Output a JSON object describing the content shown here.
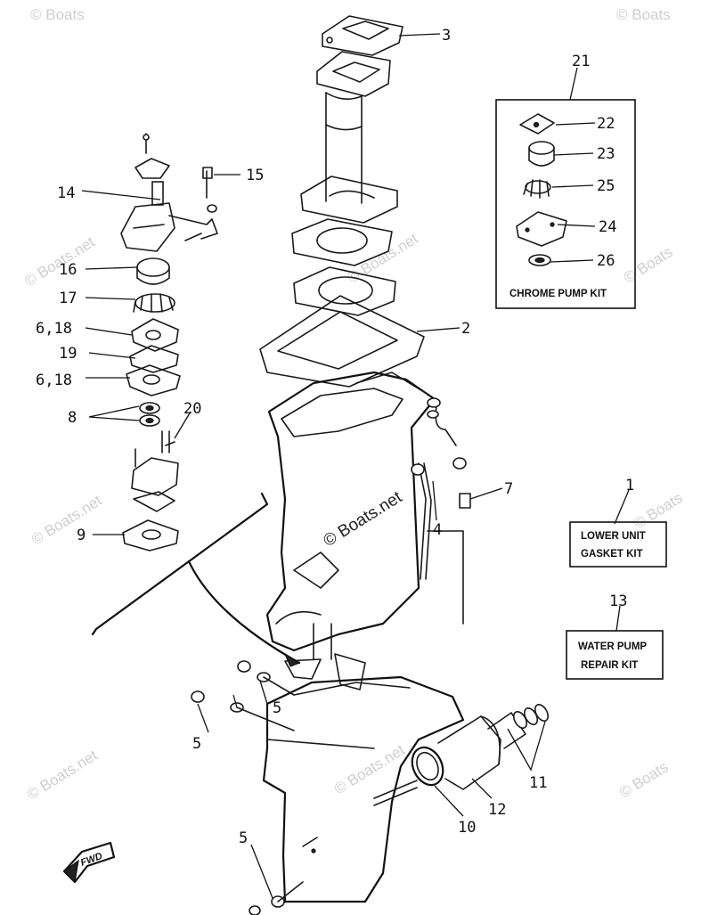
{
  "watermarks": {
    "corner": "© Boats",
    "side": "© Boats.net",
    "center": "© Boats.net",
    "mid": "© Boats.net"
  },
  "callouts": {
    "c1": "1",
    "c2": "2",
    "c3": "3",
    "c4": "4",
    "c5a": "5",
    "c5b": "5",
    "c5c": "5",
    "c7": "7",
    "c8": "8",
    "c9": "9",
    "c10": "10",
    "c11": "11",
    "c12": "12",
    "c13": "13",
    "c14": "14",
    "c15": "15",
    "c16": "16",
    "c17": "17",
    "c6_18a": "6,18",
    "c19": "19",
    "c6_18b": "6,18",
    "c20": "20",
    "c21": "21",
    "c22": "22",
    "c23": "23",
    "c24": "24",
    "c25": "25",
    "c26": "26"
  },
  "kits": {
    "chrome_pump_kit": "CHROME PUMP KIT",
    "lower_unit_line1": "LOWER UNIT",
    "lower_unit_line2": "GASKET KIT",
    "water_pump_line1": "WATER PUMP",
    "water_pump_line2": "REPAIR KIT"
  },
  "fwd_badge": "FWD"
}
